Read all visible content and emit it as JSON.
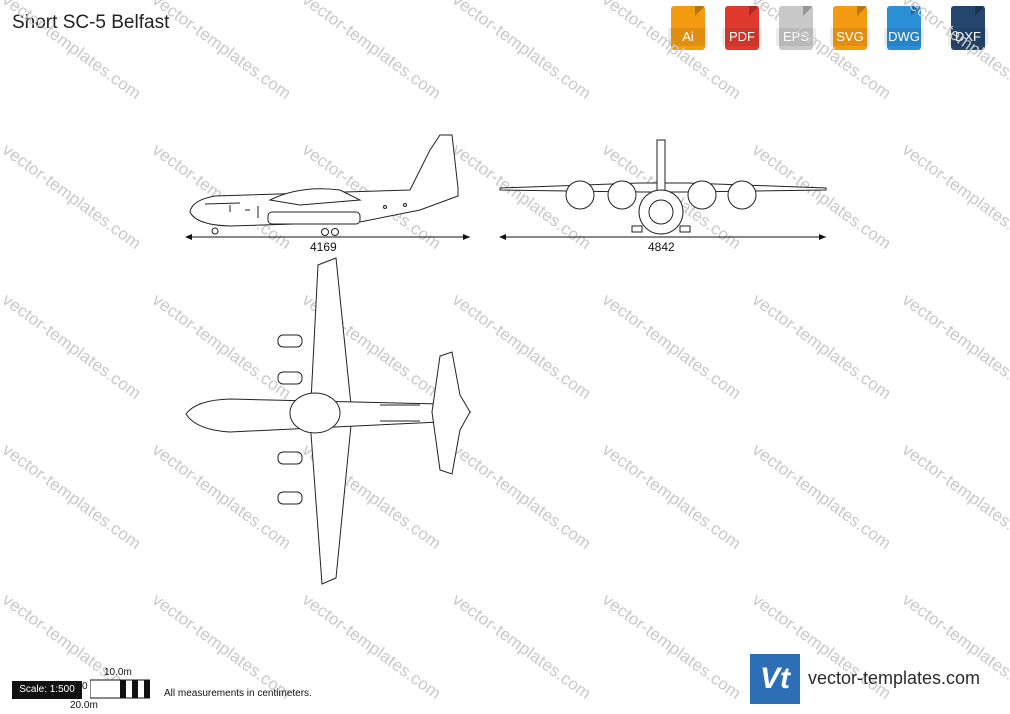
{
  "title": "Short SC-5 Belfast",
  "formats": [
    {
      "label": "Ai",
      "color": "#f39c12",
      "icon": "ai-file-icon"
    },
    {
      "label": "PDF",
      "color": "#e03a2f",
      "icon": "pdf-file-icon"
    },
    {
      "label": "EPS",
      "color": "#c8c8c8",
      "icon": "eps-file-icon"
    },
    {
      "label": "SVG",
      "color": "#f39c12",
      "icon": "svg-file-icon"
    },
    {
      "label": "DWG",
      "color": "#2b8fd6",
      "icon": "dwg-file-icon"
    },
    {
      "label": "DXF",
      "color": "#24466e",
      "icon": "dxf-file-icon"
    }
  ],
  "dimensions": {
    "side_length": "4169",
    "front_span": "4842"
  },
  "scale": {
    "label": "Scale: 1:500",
    "top_marker": "10.0m",
    "bottom_marker": "20.0m",
    "zero": "0"
  },
  "note": "All measurements in centimeters.",
  "brand": {
    "logo": "Vt",
    "site": "vector-templates.com"
  },
  "watermark_text": "vector-templates.com"
}
